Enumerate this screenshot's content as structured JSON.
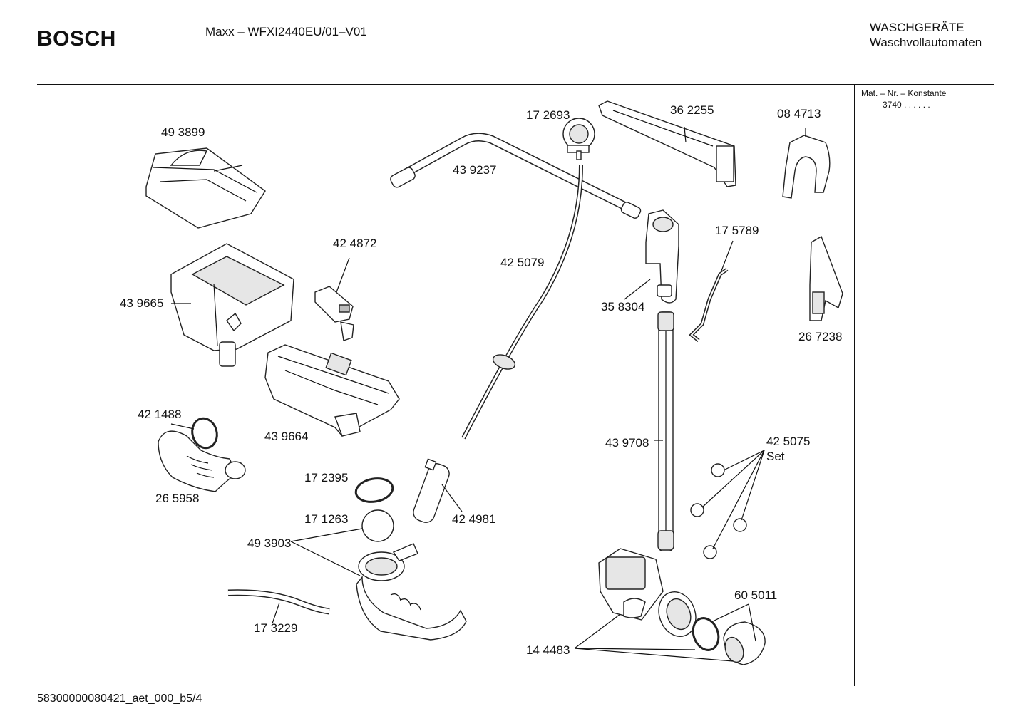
{
  "header": {
    "brand": "BOSCH",
    "model": "Maxx – WFXI2440EU/01–V01",
    "category_line1": "WASCHGERÄTE",
    "category_line2": "Waschvollautomaten"
  },
  "sidebar": {
    "mat_header": "Mat. – Nr. – Konstante",
    "mat_value": "3740 . . . . . ."
  },
  "footer": {
    "document_code": "58300000080421_aet_000_b5/4"
  },
  "parts": [
    {
      "number": "49 3899"
    },
    {
      "number": "42 4872"
    },
    {
      "number": "43 9665"
    },
    {
      "number": "43 9664"
    },
    {
      "number": "42 1488"
    },
    {
      "number": "26 5958"
    },
    {
      "number": "17 2395"
    },
    {
      "number": "17 1263"
    },
    {
      "number": "49 3903"
    },
    {
      "number": "17 3229"
    },
    {
      "number": "43 9237"
    },
    {
      "number": "17 2693"
    },
    {
      "number": "42 5079"
    },
    {
      "number": "42 4981"
    },
    {
      "number": "36 2255"
    },
    {
      "number": "35 8304"
    },
    {
      "number": "43 9708"
    },
    {
      "number": "14 4483"
    },
    {
      "number": "08 4713"
    },
    {
      "number": "17 5789"
    },
    {
      "number": "26 7238"
    },
    {
      "number": "42 5075",
      "note": "Set"
    },
    {
      "number": "60 5011"
    }
  ]
}
